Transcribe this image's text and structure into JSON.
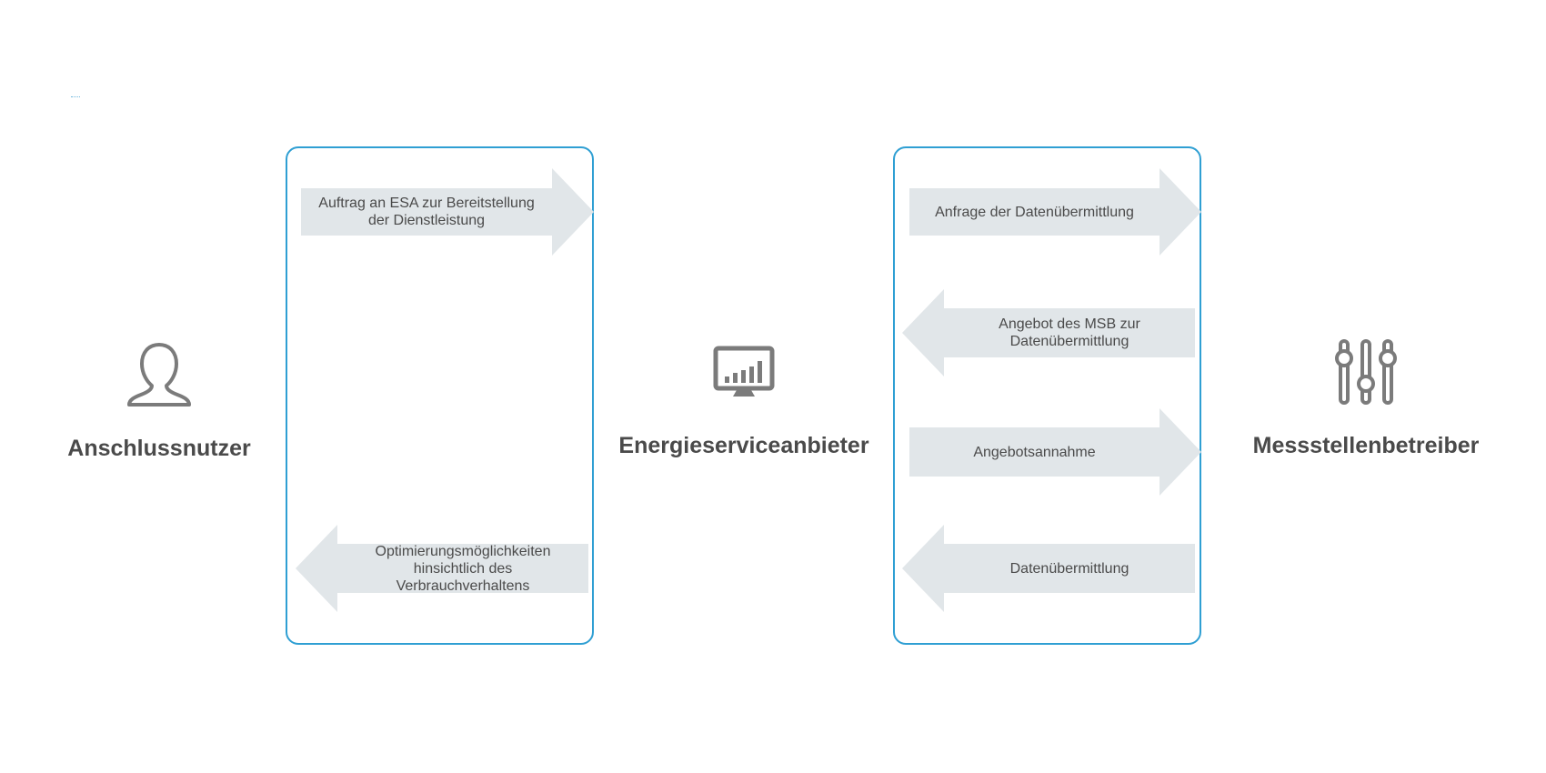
{
  "actors": {
    "left": {
      "label": "Anschlussnutzer",
      "icon": "user-icon"
    },
    "middle": {
      "label": "Energieserviceanbieter",
      "icon": "monitor-chart-icon"
    },
    "right": {
      "label": "Messstellenbetreiber",
      "icon": "sliders-icon"
    }
  },
  "left_panel": {
    "arrows": [
      {
        "text": "Auftrag an ESA zur Bereitstellung\nder Dienstleistung",
        "direction": "right"
      },
      {
        "text": "Optimierungsmöglichkeiten\nhinsichtlich des\nVerbrauchverhaltens",
        "direction": "left"
      }
    ]
  },
  "right_panel": {
    "arrows": [
      {
        "text": "Anfrage der Datenübermittlung",
        "direction": "right"
      },
      {
        "text": "Angebot des MSB zur\nDatenübermittlung",
        "direction": "left"
      },
      {
        "text": "Angebotsannahme",
        "direction": "right"
      },
      {
        "text": "Datenübermittlung",
        "direction": "left"
      }
    ]
  },
  "colors": {
    "panel_border": "#2f9fd3",
    "arrow_fill": "#e1e6e9",
    "icon": "#7b7b7b",
    "text": "#4a4a4a"
  }
}
